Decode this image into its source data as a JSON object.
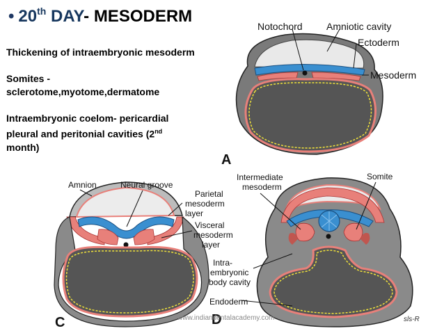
{
  "title": {
    "bullet": "•",
    "day_number": "20",
    "day_suffix": "th",
    "day_word": "DAY",
    "topic": "- MESODERM"
  },
  "body": {
    "para1": "Thickening of intraembryonic mesoderm",
    "para2_line1": "Somites -",
    "para2_line2": "sclerotome,myotome,dermatome",
    "para3_line1": "Intraembryonic coelom- pericardial",
    "para3_line2a": "pleural and peritonial cavities (2",
    "para3_sup": "nd",
    "para3_line3": "month)"
  },
  "figure_A": {
    "panel_label": "A",
    "labels": {
      "notochord": "Notochord",
      "amniotic_cavity": "Amniotic cavity",
      "ectoderm": "Ectoderm",
      "mesoderm": "Mesoderm"
    }
  },
  "figure_C": {
    "panel_label": "C",
    "labels": {
      "amnion": "Amnion",
      "neural_groove": "Neural groove",
      "parietal_1": "Parietal",
      "parietal_2": "mesoderm",
      "parietal_3": "layer",
      "visceral_1": "Visceral",
      "visceral_2": "mesoderm",
      "visceral_3": "layer"
    }
  },
  "figure_D": {
    "panel_label": "D",
    "labels": {
      "intermediate_1": "Intermediate",
      "intermediate_2": "mesoderm",
      "somite": "Somite",
      "intra_1": "Intra-",
      "intra_2": "embryonic",
      "intra_3": "body cavity",
      "endoderm": "Endoderm"
    }
  },
  "signature": "sls-R",
  "watermark": "www.indiandentalacademy.com",
  "colors": {
    "title_blue": "#17375e",
    "ectoderm_blue": "#3a8fd0",
    "mesoderm_red": "#e8807a",
    "yolk_gray": "#5a5a5a",
    "endoderm_yellow": "#f2e43a"
  }
}
